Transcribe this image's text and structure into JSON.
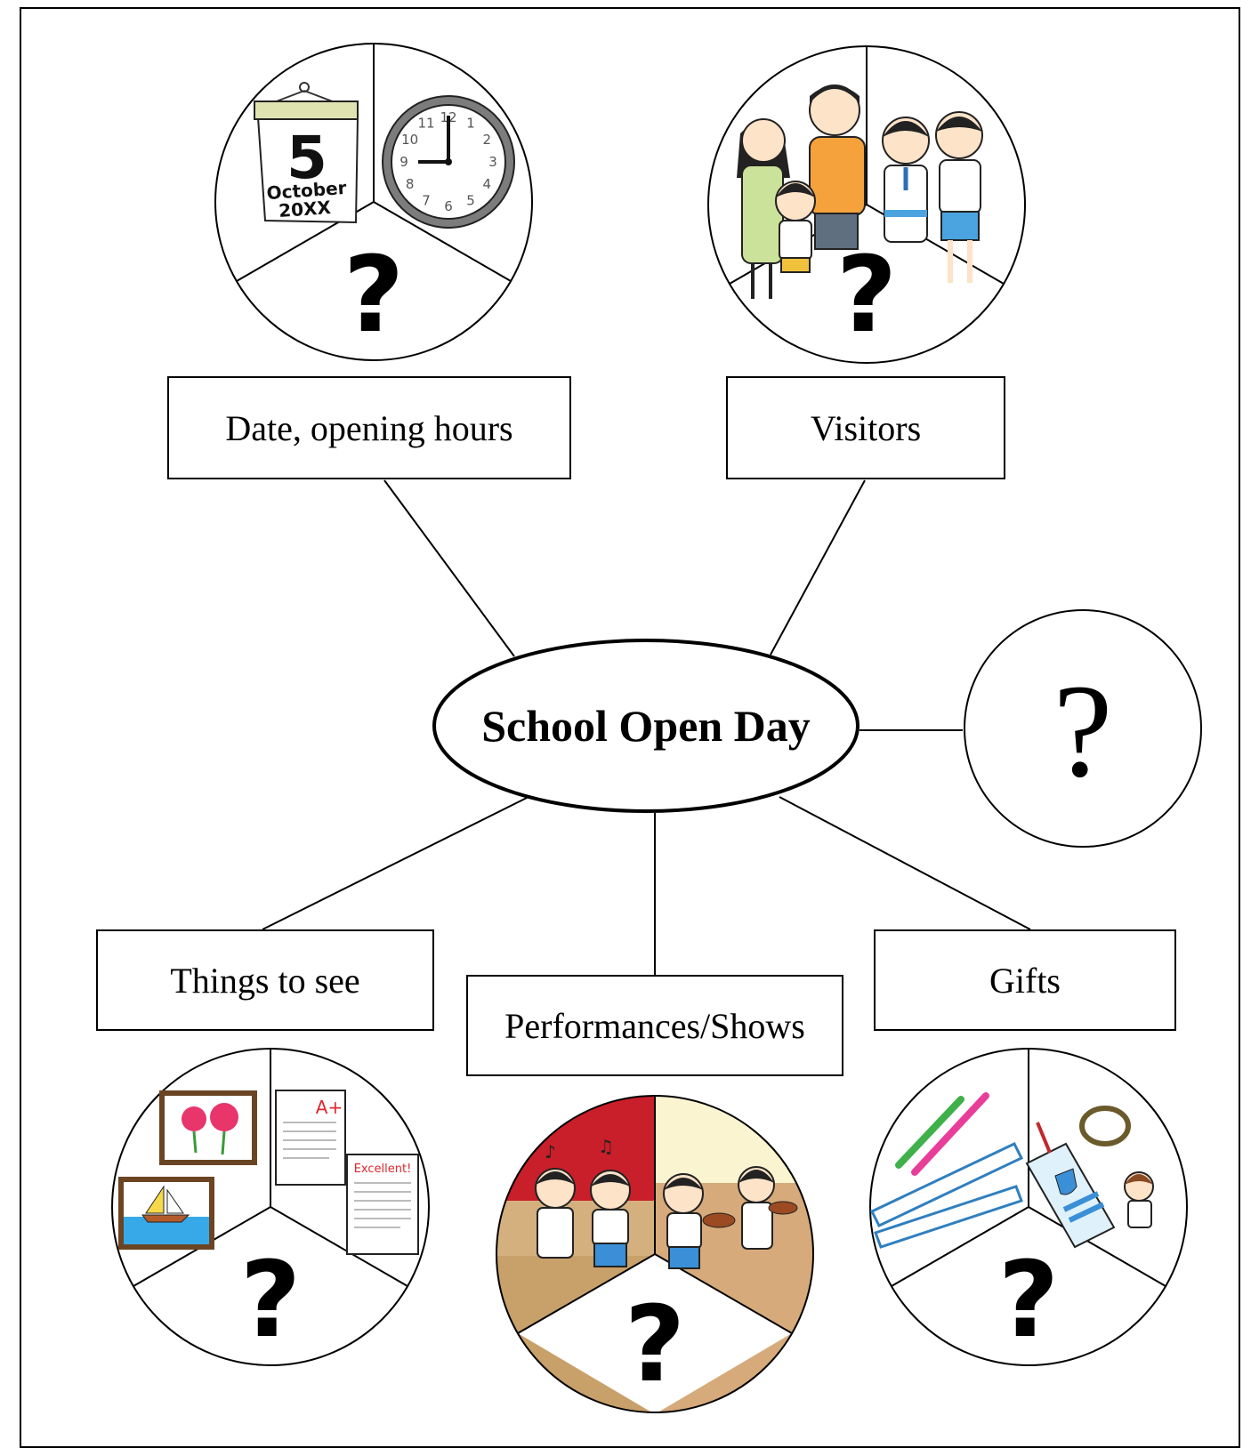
{
  "title": "School Open Day",
  "branches": {
    "date": "Date, opening hours",
    "visitors": "Visitors",
    "things": "Things to see",
    "performances": "Performances/Shows",
    "gifts": "Gifts"
  },
  "unknown_branch": "?",
  "calendar": {
    "day": "5",
    "month": "October",
    "year": "20XX"
  },
  "clock": {
    "numbers": [
      "12",
      "1",
      "2",
      "3",
      "4",
      "5",
      "6",
      "7",
      "8",
      "9",
      "10",
      "11"
    ],
    "time": "9:00"
  },
  "artwork": {
    "grade": "A+",
    "comment": "Excellent!"
  },
  "segment_unknown": "?",
  "icons": [
    "calendar-icon",
    "clock-icon",
    "family-icon",
    "students-icon",
    "paintings-icon",
    "papers-icon",
    "singers-icon",
    "violinists-icon",
    "pencils-icon",
    "rulers-icon",
    "bookmark-icon",
    "keychain-icon"
  ]
}
